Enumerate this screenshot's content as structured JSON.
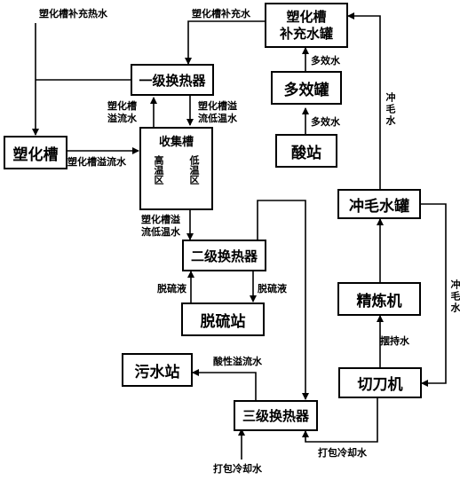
{
  "nodes": {
    "buffer_tank": "塑化槽\n补充水罐",
    "multi_effect_tank": "多效罐",
    "acid_station": "酸站",
    "hx1": "一级换热器",
    "plasticizing_bath": "塑化槽",
    "collection_tank": "收集槽",
    "high_temp_zone": "高温区",
    "low_temp_zone": "低温区",
    "hx2": "二级换热器",
    "desulfurization_station": "脱硫站",
    "sewage_station": "污水站",
    "hx3": "三级换热器",
    "wash_water_tank": "冲毛水罐",
    "refiner": "精炼机",
    "cutter": "切刀机"
  },
  "edge_labels": {
    "bath_hot_makeup": "塑化槽补充热水",
    "bath_makeup": "塑化槽补充水",
    "multi_effect_water_top": "多效水",
    "multi_effect_water_bottom": "多效水",
    "wash_water_left": "冲毛水",
    "wash_water_right": "冲毛水",
    "bath_overflow_to_hx1": "塑化槽\n溢流水",
    "bath_overflow_low_to_collector": "塑化槽溢\n流低温水",
    "bath_overflow_to_collector": "塑化槽溢流水",
    "bath_overflow_low_to_hx2": "塑化槽溢\n流低温水",
    "desulf_liquid_left": "脱硫液",
    "desulf_liquid_right": "脱硫液",
    "carrying_water": "摆持水",
    "acid_overflow": "酸性溢流水",
    "packing_cooling_bottom": "打包冷却水",
    "packing_cooling_right": "打包冷却水"
  }
}
